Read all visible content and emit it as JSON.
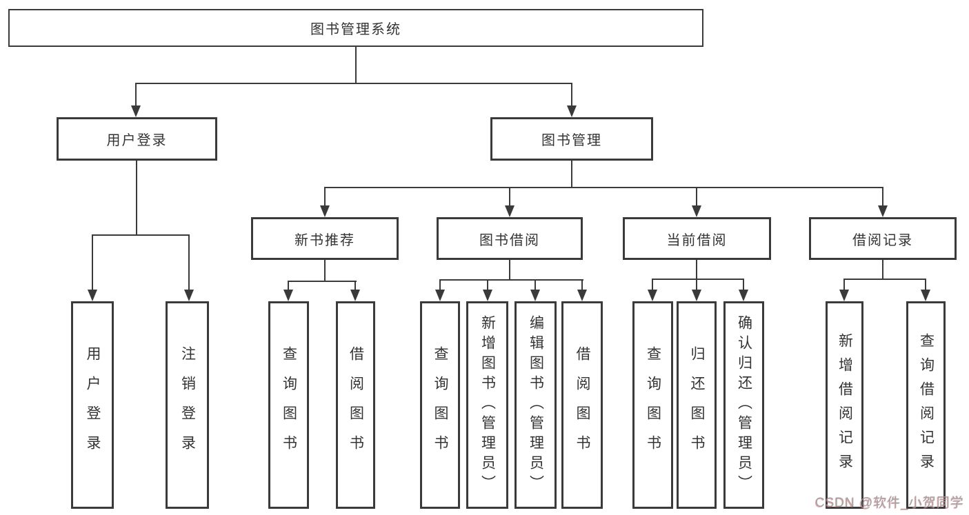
{
  "colors": {
    "line": "#3a3a3a",
    "text": "#333333",
    "watermark_text": "#9b9b9b",
    "watermark_fringe": "#d15757"
  },
  "watermark": "CSDN @软件_小贺同学",
  "tree": {
    "root": {
      "label": "图书管理系统"
    },
    "branches": [
      {
        "label": "用户登录",
        "children": [
          {
            "label": "用户登录"
          },
          {
            "label": "注销登录"
          }
        ]
      },
      {
        "label": "图书管理",
        "children": [
          {
            "label": "新书推荐",
            "children": [
              {
                "label": "查询图书"
              },
              {
                "label": "借阅图书"
              }
            ]
          },
          {
            "label": "图书借阅",
            "children": [
              {
                "label": "查询图书"
              },
              {
                "label": "新增图书（管理员）"
              },
              {
                "label": "编辑图书（管理员）"
              },
              {
                "label": "借阅图书"
              }
            ]
          },
          {
            "label": "当前借阅",
            "children": [
              {
                "label": "查询图书"
              },
              {
                "label": "归还图书"
              },
              {
                "label": "确认归还（管理员）"
              }
            ]
          },
          {
            "label": "借阅记录",
            "children": [
              {
                "label": "新增借阅记录"
              },
              {
                "label": "查询借阅记录"
              }
            ]
          }
        ]
      }
    ]
  }
}
